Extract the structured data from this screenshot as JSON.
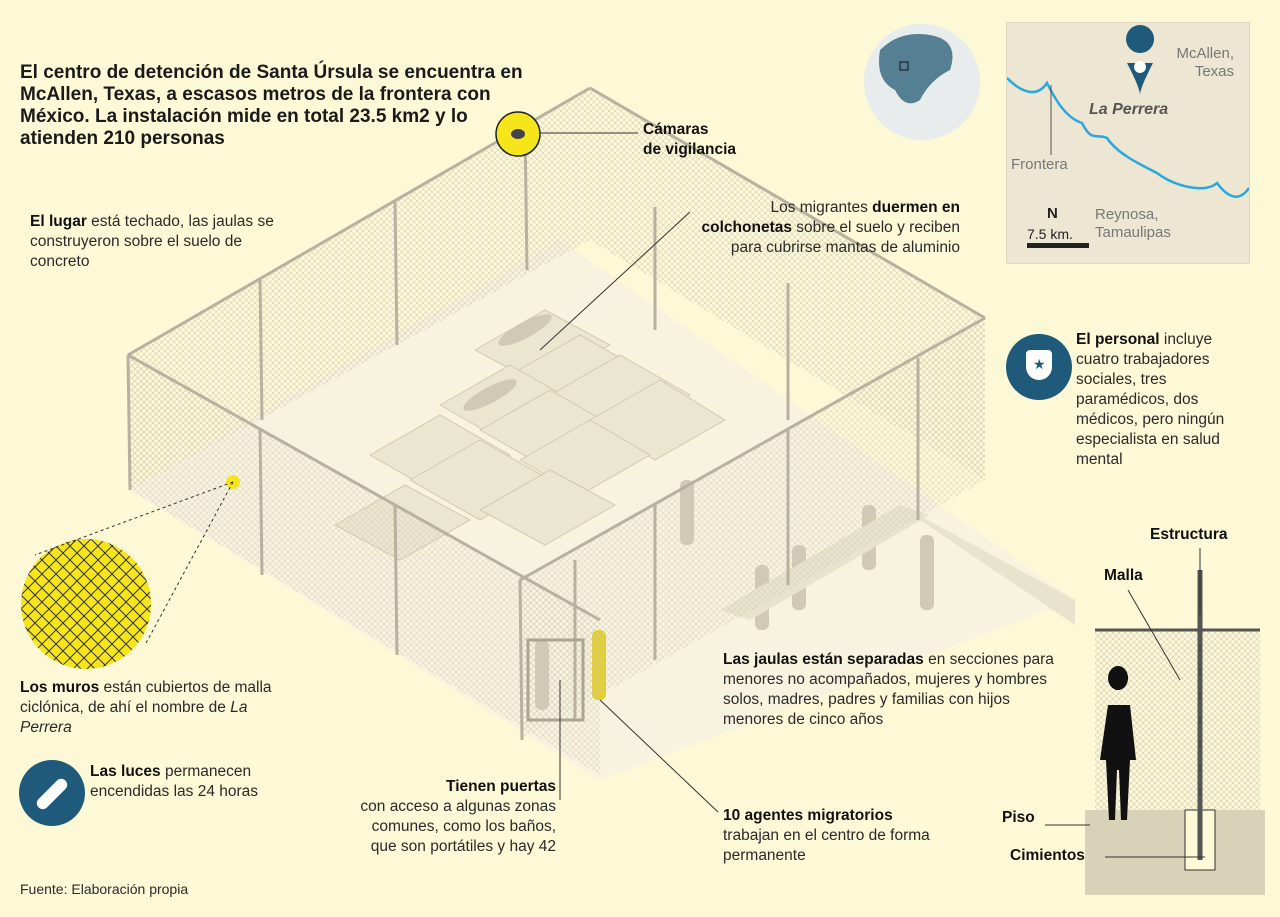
{
  "lead_text": "El centro de detención de Santa Úrsula se encuentra en McAllen, Texas, a escasos metros de la frontera con México. La instalación mide en total 23.5 km2 y lo atienden 210 personas",
  "lugar": {
    "bold": "El lugar",
    "text": " está techado, las jaulas se construyeron sobre el suelo de concreto"
  },
  "camaras": {
    "line1": "Cámaras",
    "line2": "de vigilancia"
  },
  "colchonetas": {
    "pre": "Los migrantes ",
    "bold": "duermen en colchonetas",
    "text": " sobre el suelo y reciben para cubrirse mantas de aluminio"
  },
  "personal": {
    "bold": "El personal",
    "text": " incluye cuatro trabajadores sociales, tres paramédicos, dos médicos, pero ningún especialista en salud mental"
  },
  "muros": {
    "bold": "Los muros",
    "text": " están cubiertos de malla ciclónica, de ahí el nombre de ",
    "italic": "La Perrera"
  },
  "luces": {
    "bold": "Las luces",
    "text": " permanecen encendidas las 24 horas"
  },
  "puertas": {
    "bold": "Tienen puertas",
    "text": "con acceso a algunas zonas comunes, como los baños, que son portátiles y hay 42"
  },
  "agentes": {
    "bold": "10 agentes migratorios",
    "text": "trabajan en el centro de forma permanente"
  },
  "jaulas": {
    "bold": "Las jaulas están separadas",
    "text": " en secciones para menores no acompañados, mujeres y hombres solos, madres, padres y familias con hijos menores de cinco años"
  },
  "estructura": {
    "estructura": "Estructura",
    "malla": "Malla",
    "piso": "Piso",
    "cimientos": "Cimientos"
  },
  "map": {
    "city_us": "McAllen, Texas",
    "site": "La Perrera",
    "border": "Frontera",
    "city_mx": "Reynosa, Tamaulipas",
    "north": "N",
    "scale": "7.5 km."
  },
  "source": "Fuente: Elaboración propia",
  "colors": {
    "background": "#fdf8d6",
    "highlight": "#f2e21a",
    "icon_blue": "#1f5a7a",
    "river": "#2aa7e0"
  }
}
